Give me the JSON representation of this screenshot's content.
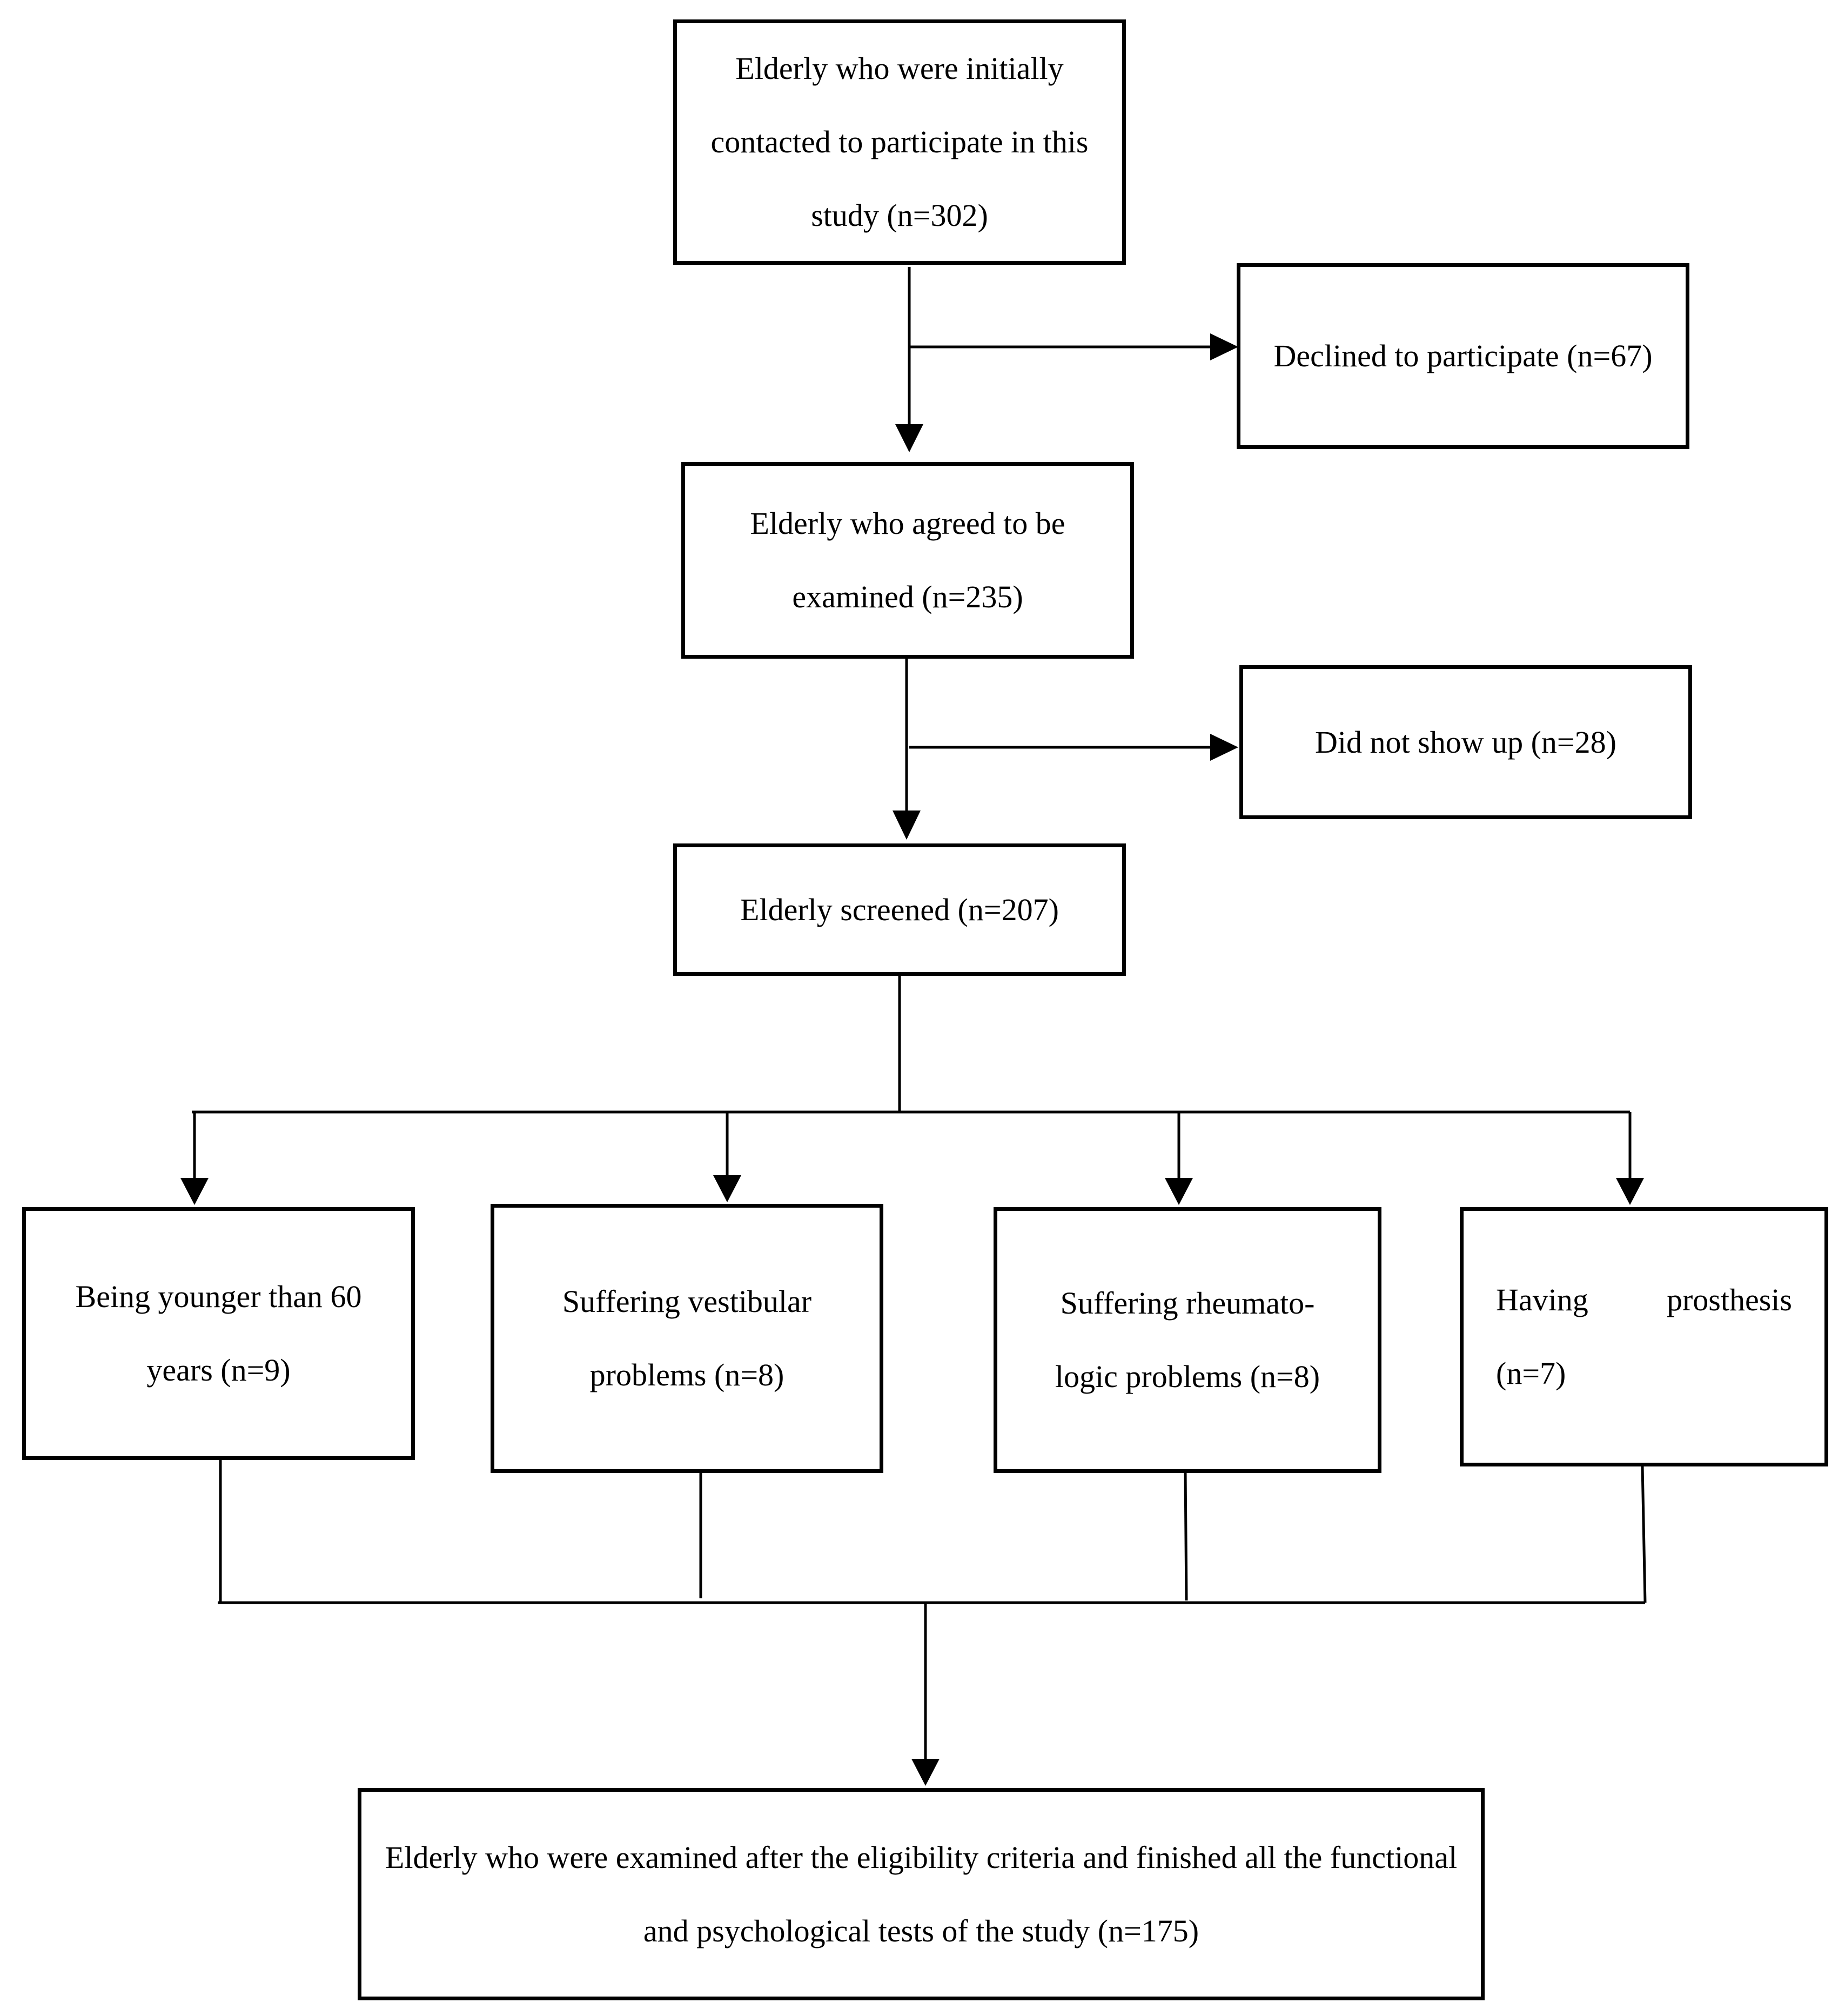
{
  "flowchart": {
    "boxes": {
      "initial": "Elderly who were initially contacted to participate in this study (n=302)",
      "declined": "Declined to participate (n=67)",
      "agreed": "Elderly who agreed to be examined (n=235)",
      "no_show": "Did not show up (n=28)",
      "screened": "Elderly screened (n=207)",
      "younger": "Being younger than 60 years (n=9)",
      "vestibular": "Suffering vestibular problems (n=8)",
      "rheumatologic": "Suffering rheumato-logic problems (n=8)",
      "prosthesis": "Having prosthesis (n=7)",
      "final": "Elderly who were examined after the eligibility criteria and finished all the functional and psychological tests of the study (n=175)"
    }
  }
}
